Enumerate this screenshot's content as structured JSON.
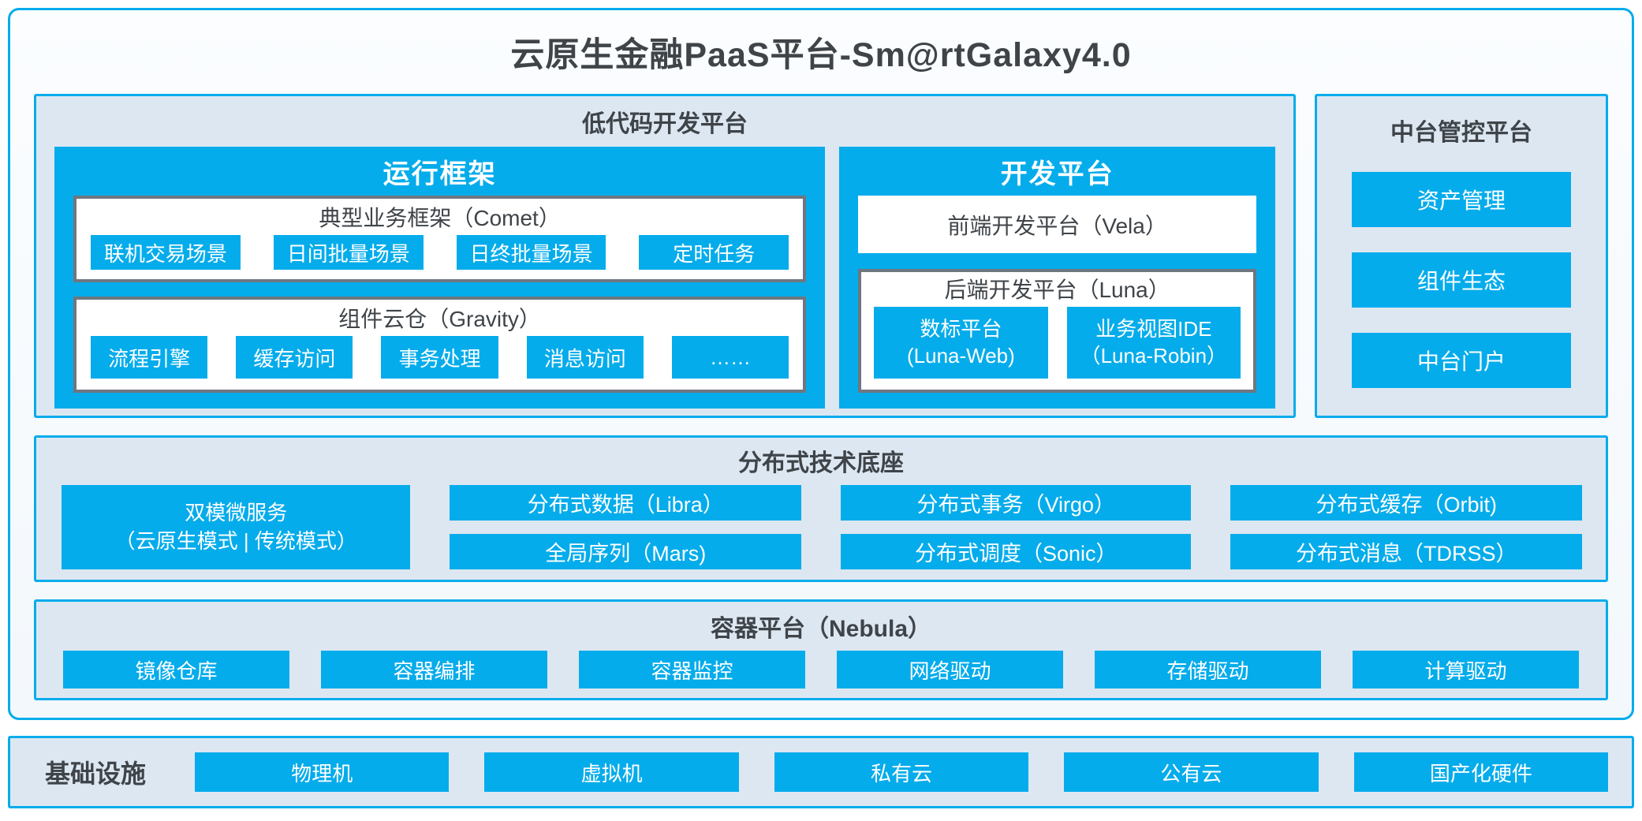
{
  "title": "云原生金融PaaS平台-Sm@rtGalaxy4.0",
  "colors": {
    "accent": "#05ACEB",
    "panel_bg": "#DDE7F2",
    "box_border": "#6E7780",
    "text_dark": "#3F4449"
  },
  "lowcode": {
    "label": "低代码开发平台",
    "runtime": {
      "label": "运行框架",
      "comet": {
        "title": "典型业务框架（Comet）",
        "items": [
          "联机交易场景",
          "日间批量场景",
          "日终批量场景",
          "定时任务"
        ]
      },
      "gravity": {
        "title": "组件云仓（Gravity）",
        "items": [
          "流程引擎",
          "缓存访问",
          "事务处理",
          "消息访问",
          "……"
        ]
      }
    },
    "dev": {
      "label": "开发平台",
      "vela": "前端开发平台（Vela）",
      "luna": {
        "title": "后端开发平台（Luna）",
        "items": [
          {
            "line1": "数标平台",
            "line2": "(Luna-Web)"
          },
          {
            "line1": "业务视图IDE",
            "line2": "（Luna-Robin）"
          }
        ]
      }
    }
  },
  "midplatform": {
    "label": "中台管控平台",
    "items": [
      "资产管理",
      "组件生态",
      "中台门户"
    ]
  },
  "distributed": {
    "label": "分布式技术底座",
    "dualmode": {
      "line1": "双模微服务",
      "line2": "（云原生模式 | 传统模式）"
    },
    "row1": [
      "分布式数据（Libra）",
      "分布式事务（Virgo）",
      "分布式缓存（Orbit)"
    ],
    "row2": [
      "全局序列（Mars)",
      "分布式调度（Sonic）",
      "分布式消息（TDRSS）"
    ]
  },
  "nebula": {
    "label": "容器平台（Nebula）",
    "items": [
      "镜像仓库",
      "容器编排",
      "容器监控",
      "网络驱动",
      "存储驱动",
      "计算驱动"
    ]
  },
  "infrastructure": {
    "label": "基础设施",
    "items": [
      "物理机",
      "虚拟机",
      "私有云",
      "公有云",
      "国产化硬件"
    ]
  }
}
